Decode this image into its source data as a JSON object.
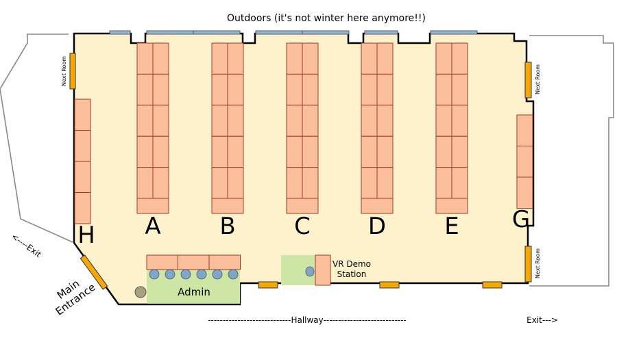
{
  "title": "Outdoors (it's not winter here anymore!!)",
  "hallway": "----------------------------Hallway----------------------------",
  "exit_left": "<----Exit",
  "exit_right": "Exit--->",
  "main_entrance": [
    "Main",
    "Entrance"
  ],
  "admin": "Admin",
  "vr_demo": [
    "VR Demo",
    "Station"
  ],
  "next_room": "Next Room",
  "rows": [
    "A",
    "B",
    "C",
    "D",
    "E"
  ],
  "row_g": "G",
  "row_h": "H",
  "colors": {
    "room_floor": "#fdf2cc",
    "table": "#fbbf9b",
    "table_border": "#9b3b2a",
    "door": "#f5a800",
    "window": "#94b8d6",
    "admin_area": "#cde6a6",
    "chair": "#7fa6c8",
    "trash": "#a7a27e"
  }
}
